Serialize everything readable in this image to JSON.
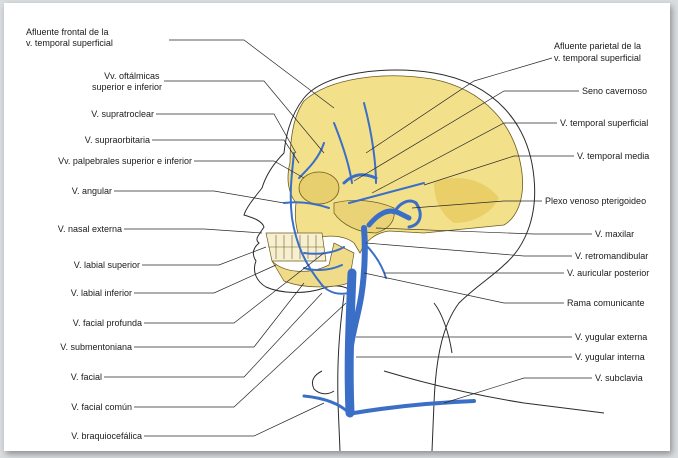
{
  "labels_left": [
    {
      "id": "afluente-frontal",
      "l1": "Afluente frontal de la",
      "l2": "v. temporal superficial"
    },
    {
      "id": "vv-oftalmicas",
      "l1": "Vv. oftálmicas",
      "l2": "superior e inferior"
    },
    {
      "id": "v-supratroclear",
      "l1": "V. supratroclear"
    },
    {
      "id": "v-supraorbitaria",
      "l1": "V. supraorbitaria"
    },
    {
      "id": "vv-palpebrales",
      "l1": "Vv. palpebrales superior e inferior"
    },
    {
      "id": "v-angular",
      "l1": "V. angular"
    },
    {
      "id": "v-nasal-externa",
      "l1": "V. nasal externa"
    },
    {
      "id": "v-labial-superior",
      "l1": "V. labial superior"
    },
    {
      "id": "v-labial-inferior",
      "l1": "V. labial inferior"
    },
    {
      "id": "v-facial-profunda",
      "l1": "V. facial profunda"
    },
    {
      "id": "v-submentoniana",
      "l1": "V. submentoniana"
    },
    {
      "id": "v-facial",
      "l1": "V. facial"
    },
    {
      "id": "v-facial-comun",
      "l1": "V. facial común"
    },
    {
      "id": "v-braquiocefalica",
      "l1": "V. braquiocefálica"
    }
  ],
  "labels_right": [
    {
      "id": "afluente-parietal",
      "l1": "Afluente parietal de la",
      "l2": "v. temporal superficial"
    },
    {
      "id": "seno-cavernoso",
      "l1": "Seno cavernoso"
    },
    {
      "id": "v-temporal-superficial",
      "l1": "V. temporal superficial"
    },
    {
      "id": "v-temporal-media",
      "l1": "V. temporal media"
    },
    {
      "id": "plexo-venoso",
      "l1": "Plexo venoso pterigoideo"
    },
    {
      "id": "v-maxilar",
      "l1": "V. maxilar"
    },
    {
      "id": "v-retromandibular",
      "l1": "V. retromandibular"
    },
    {
      "id": "v-auricular-posterior",
      "l1": "V. auricular posterior"
    },
    {
      "id": "rama-comunicante",
      "l1": "Rama comunicante"
    },
    {
      "id": "v-yugular-externa",
      "l1": "V. yugular externa"
    },
    {
      "id": "v-yugular-interna",
      "l1": "V. yugular interna"
    },
    {
      "id": "v-subclavia",
      "l1": "V. subclavia"
    }
  ],
  "colors": {
    "skull": "#f3e08a",
    "skull_shadow": "#e6c75a",
    "vein": "#3b6fc7",
    "leader": "#2a2a2a"
  }
}
